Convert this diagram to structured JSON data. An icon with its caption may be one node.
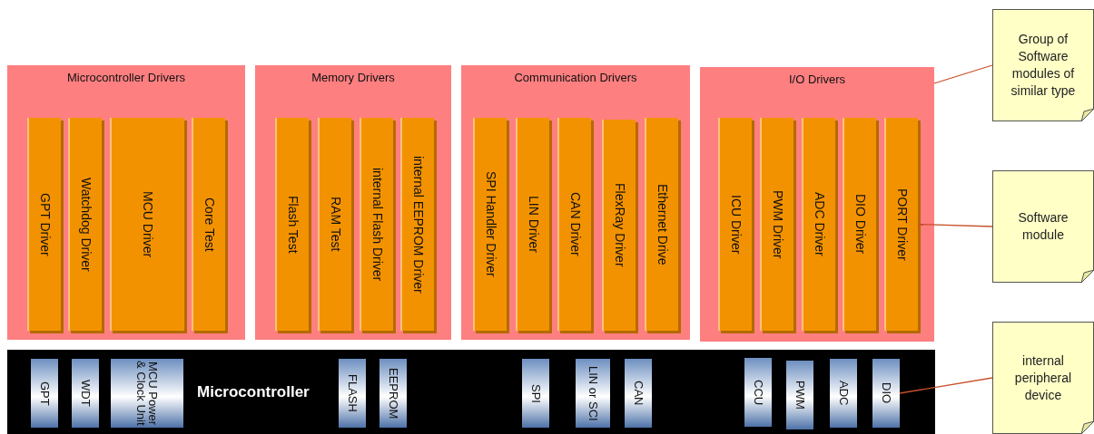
{
  "diagram": {
    "nodes": [
      {
        "text": [
          "Microcontroller Drivers"
        ]
      },
      {
        "text": [
          "GPT Driver"
        ],
        "in": 0
      },
      {
        "text": [
          "Watchdog Driver"
        ],
        "in": 0
      },
      {
        "text": [
          "MCU Driver"
        ],
        "in": 0
      },
      {
        "text": [
          "Core Test"
        ],
        "in": 0
      },
      {
        "text": [
          "Memory Drivers"
        ]
      },
      {
        "text": [
          "Flash Test"
        ],
        "in": 5
      },
      {
        "text": [
          "RAM Test"
        ],
        "in": 5
      },
      {
        "text": [
          "internal Flash Driver"
        ],
        "in": 5
      },
      {
        "text": [
          "internal EEPROM Driver"
        ],
        "in": 5
      },
      {
        "text": [
          "Communication Drivers"
        ]
      },
      {
        "text": [
          "SPI Handler Driver"
        ],
        "in": 10
      },
      {
        "text": [
          "LIN Driver"
        ],
        "in": 10
      },
      {
        "text": [
          "CAN Driver"
        ],
        "in": 10
      },
      {
        "text": [
          "FlexRay Driver"
        ],
        "in": 10
      },
      {
        "text": [
          "Ethernet Drive"
        ],
        "in": 10
      },
      {
        "text": [
          "I/O Drivers"
        ]
      },
      {
        "text": [
          "ICU Driver"
        ],
        "in": 16
      },
      {
        "text": [
          "PWM Driver"
        ],
        "in": 16
      },
      {
        "text": [
          "ADC Driver"
        ],
        "in": 16
      },
      {
        "text": [
          "DIO Driver"
        ],
        "in": 16
      },
      {
        "text": [
          "PORT Driver"
        ],
        "in": 16
      },
      {
        "text": [
          "Microcontroller"
        ]
      },
      {
        "text": [
          "GPT"
        ],
        "in": 22
      },
      {
        "text": [
          "WDT"
        ],
        "in": 22
      },
      {
        "text": [
          "MCU Power & Clock Unit"
        ],
        "in": 22
      },
      {
        "text": [
          "FLASH"
        ],
        "in": 22
      },
      {
        "text": [
          "EEPROM"
        ],
        "in": 22
      },
      {
        "text": [
          "SPI"
        ],
        "in": 22
      },
      {
        "text": [
          "LIN or SCI"
        ],
        "in": 22
      },
      {
        "text": [
          "CAN"
        ],
        "in": 22
      },
      {
        "text": [
          "CCU"
        ],
        "in": 22
      },
      {
        "text": [
          "PWM"
        ],
        "in": 22
      },
      {
        "text": [
          "ADC"
        ],
        "in": 22
      },
      {
        "text": [
          "DIO"
        ],
        "in": 22
      },
      {
        "text": [
          "Group of Software modules of similar type"
        ]
      },
      {
        "text": [
          "Software module"
        ]
      },
      {
        "text": [
          "internal peripheral device"
        ]
      }
    ],
    "edges": [
      {
        "from": 35,
        "to": 16,
        "arrow": "none"
      },
      {
        "from": 36,
        "to": 21,
        "arrow": "none"
      },
      {
        "from": 37,
        "to": 34,
        "arrow": "none"
      }
    ]
  }
}
